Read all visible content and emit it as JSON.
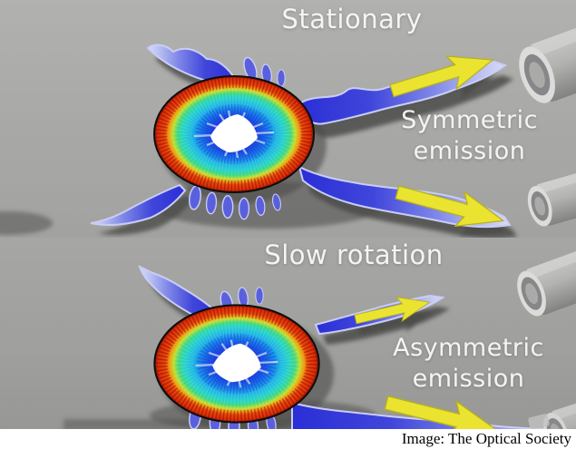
{
  "figure": {
    "panels": [
      {
        "title": "Stationary",
        "emission_line1": "Symmetric",
        "emission_line2": "emission"
      },
      {
        "title": "Slow rotation",
        "emission_line1": "Asymmetric",
        "emission_line2": "emission"
      }
    ],
    "credit": "Image: The Optical Society"
  },
  "colors": {
    "background_top": "#a9a9a7",
    "background_bottom": "#9f9f9d",
    "label_text": "#f4f4f4",
    "credit_bar": "#ffffff",
    "credit_text": "#000000",
    "arrow_yellow": "#eae430",
    "lobe_blue_core": "#2a2ed6",
    "lobe_blue_light": "#d8dcf8",
    "shadow_gray": "#4b4b49",
    "droplet_ring_red": "#e03208",
    "droplet_cyan": "#1fb4e6",
    "droplet_center": "#ffffff",
    "detector_gray": "#b3b3b1"
  }
}
